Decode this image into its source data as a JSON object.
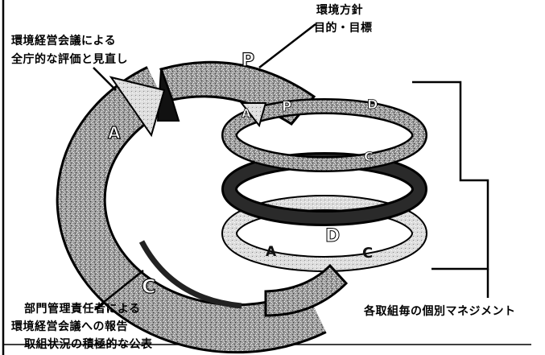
{
  "labels": {
    "policy_line1": "環境方針",
    "policy_line2": "目的・目標",
    "review_line1": "環境経営会議による",
    "review_line2": "全庁的な評価と見直し",
    "report_line1": "部門管理責任者による",
    "report_line2": "環境経営会議への報告",
    "report_line3": "取組状況の積極的な公表",
    "mgmt_label": "各取組毎の個別マネジメント"
  },
  "cycle_letters": {
    "big_p": "P",
    "big_a": "A",
    "big_c": "C",
    "r1_a": "A",
    "r1_p": "P",
    "r1_d": "D",
    "r1_c": "C",
    "r3_a": "A",
    "r3_d": "D",
    "r3_c": "C"
  },
  "colors": {
    "ink": "#000000",
    "speckle_gray": "#8c8c8c",
    "dark_band": "#1e1e1e",
    "light_band": "#d6d6d6"
  }
}
